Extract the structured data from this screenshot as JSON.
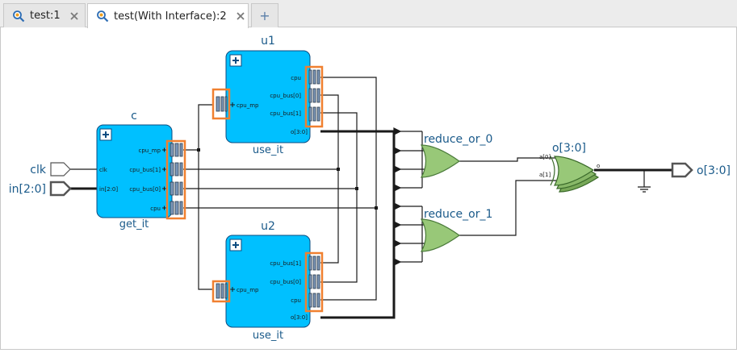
{
  "tabs": [
    {
      "label": "test:1",
      "active": false
    },
    {
      "label": "test(With Interface):2",
      "active": true
    }
  ],
  "add_tab_label": "+",
  "colors": {
    "block": "#00c0ff",
    "wire": "#1a1a1a",
    "highlight": "#f08030",
    "gate": "#98c878",
    "label": "#1a5a8a"
  },
  "schematic": {
    "blocks": {
      "c": {
        "title": "c",
        "type": "get_it",
        "ports": [
          "cpu_mp",
          "cpu_bus[1]",
          "cpu_bus[0]",
          "cpu",
          "clk",
          "in[2:0]"
        ]
      },
      "u1": {
        "title": "u1",
        "type": "use_it",
        "ports": [
          "cpu",
          "cpu_bus[0]",
          "cpu_bus[1]",
          "o[3:0]",
          "cpu_mp"
        ]
      },
      "u2": {
        "title": "u2",
        "type": "use_it",
        "ports": [
          "cpu_bus[1]",
          "cpu_bus[0]",
          "cpu",
          "o[3:0]",
          "cpu_mp"
        ]
      }
    },
    "gates": {
      "or0": "reduce_or_0",
      "or1": "reduce_or_1",
      "xor": {
        "title": "o[3:0]",
        "in0": "a[0]",
        "in1": "a[1]",
        "out": "o"
      }
    },
    "io": {
      "clk": "clk",
      "in": "in[2:0]",
      "out": "o[3:0]"
    }
  }
}
